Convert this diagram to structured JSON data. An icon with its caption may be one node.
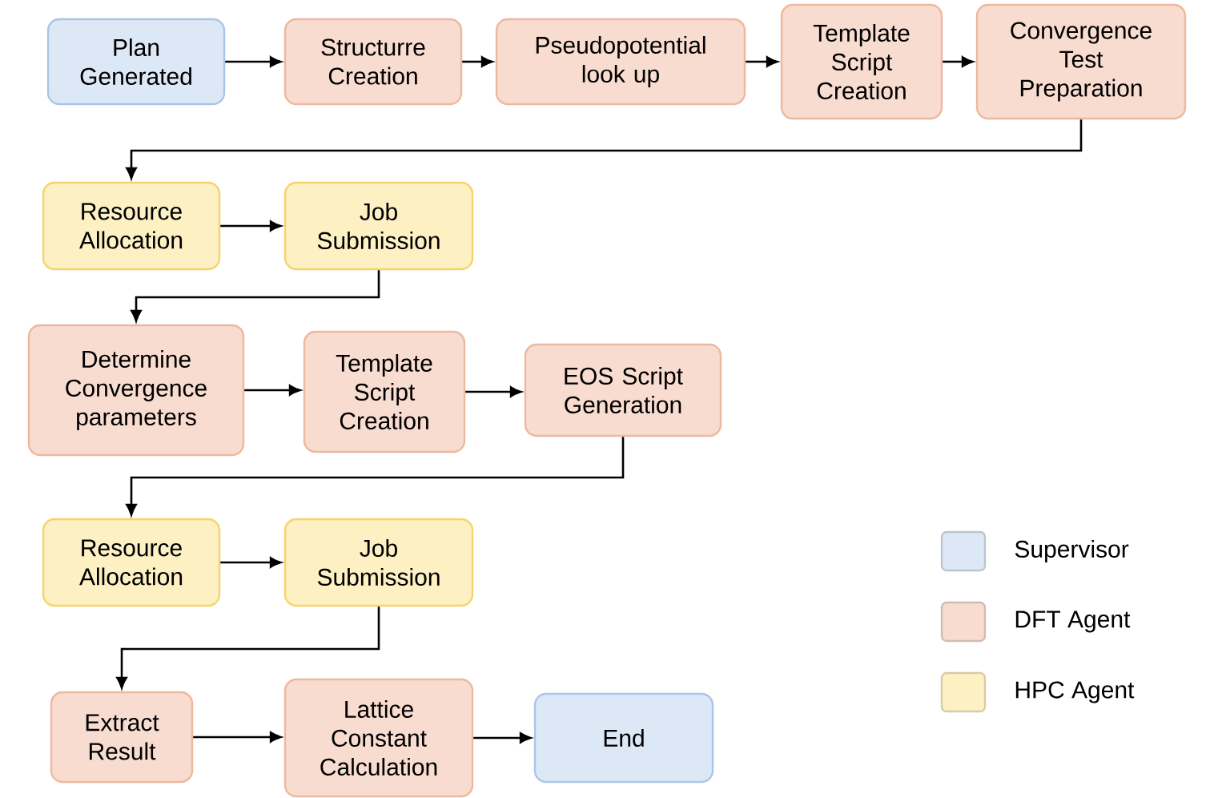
{
  "diagram": {
    "nodes": [
      {
        "text": [
          "Plan Generated"
        ]
      },
      {
        "text": [
          "Structurre Creation"
        ]
      },
      {
        "text": [
          "Pseudopotential look up"
        ]
      },
      {
        "text": [
          "Template Script Creation"
        ]
      },
      {
        "text": [
          "Convergence Test Preparation"
        ]
      },
      {
        "text": [
          "Resource Allocation"
        ]
      },
      {
        "text": [
          "Job Submission"
        ]
      },
      {
        "text": [
          "Determine Convergence parameters"
        ]
      },
      {
        "text": [
          "Template Script Creation"
        ]
      },
      {
        "text": [
          "EOS Script Generation"
        ]
      },
      {
        "text": [
          "Resource Allocation"
        ]
      },
      {
        "text": [
          "Job Submission"
        ]
      },
      {
        "text": [
          "Extract Result"
        ]
      },
      {
        "text": [
          "Lattice Constant Calculation"
        ]
      },
      {
        "text": [
          "End"
        ]
      }
    ],
    "edges": [
      {
        "from": 0,
        "to": 1,
        "arrow": "to"
      },
      {
        "from": 1,
        "to": 2,
        "arrow": "to"
      },
      {
        "from": 2,
        "to": 3,
        "arrow": "to"
      },
      {
        "from": 3,
        "to": 4,
        "arrow": "to"
      },
      {
        "from": 4,
        "to": 5,
        "arrow": "to"
      },
      {
        "from": 5,
        "to": 6,
        "arrow": "to"
      },
      {
        "from": 6,
        "to": 7,
        "arrow": "to"
      },
      {
        "from": 7,
        "to": 8,
        "arrow": "to"
      },
      {
        "from": 8,
        "to": 9,
        "arrow": "to"
      },
      {
        "from": 9,
        "to": 10,
        "arrow": "to"
      },
      {
        "from": 10,
        "to": 11,
        "arrow": "to"
      },
      {
        "from": 11,
        "to": 12,
        "arrow": "to"
      },
      {
        "from": 12,
        "to": 13,
        "arrow": "to"
      },
      {
        "from": 13,
        "to": 14,
        "arrow": "to"
      }
    ],
    "legend": [
      {
        "text": "Supervisor",
        "color": "#dce8f5"
      },
      {
        "text": "DFT Agent",
        "color": "#f8dcd0"
      },
      {
        "text": "HPC Agent",
        "color": "#fdf0c3"
      }
    ]
  }
}
